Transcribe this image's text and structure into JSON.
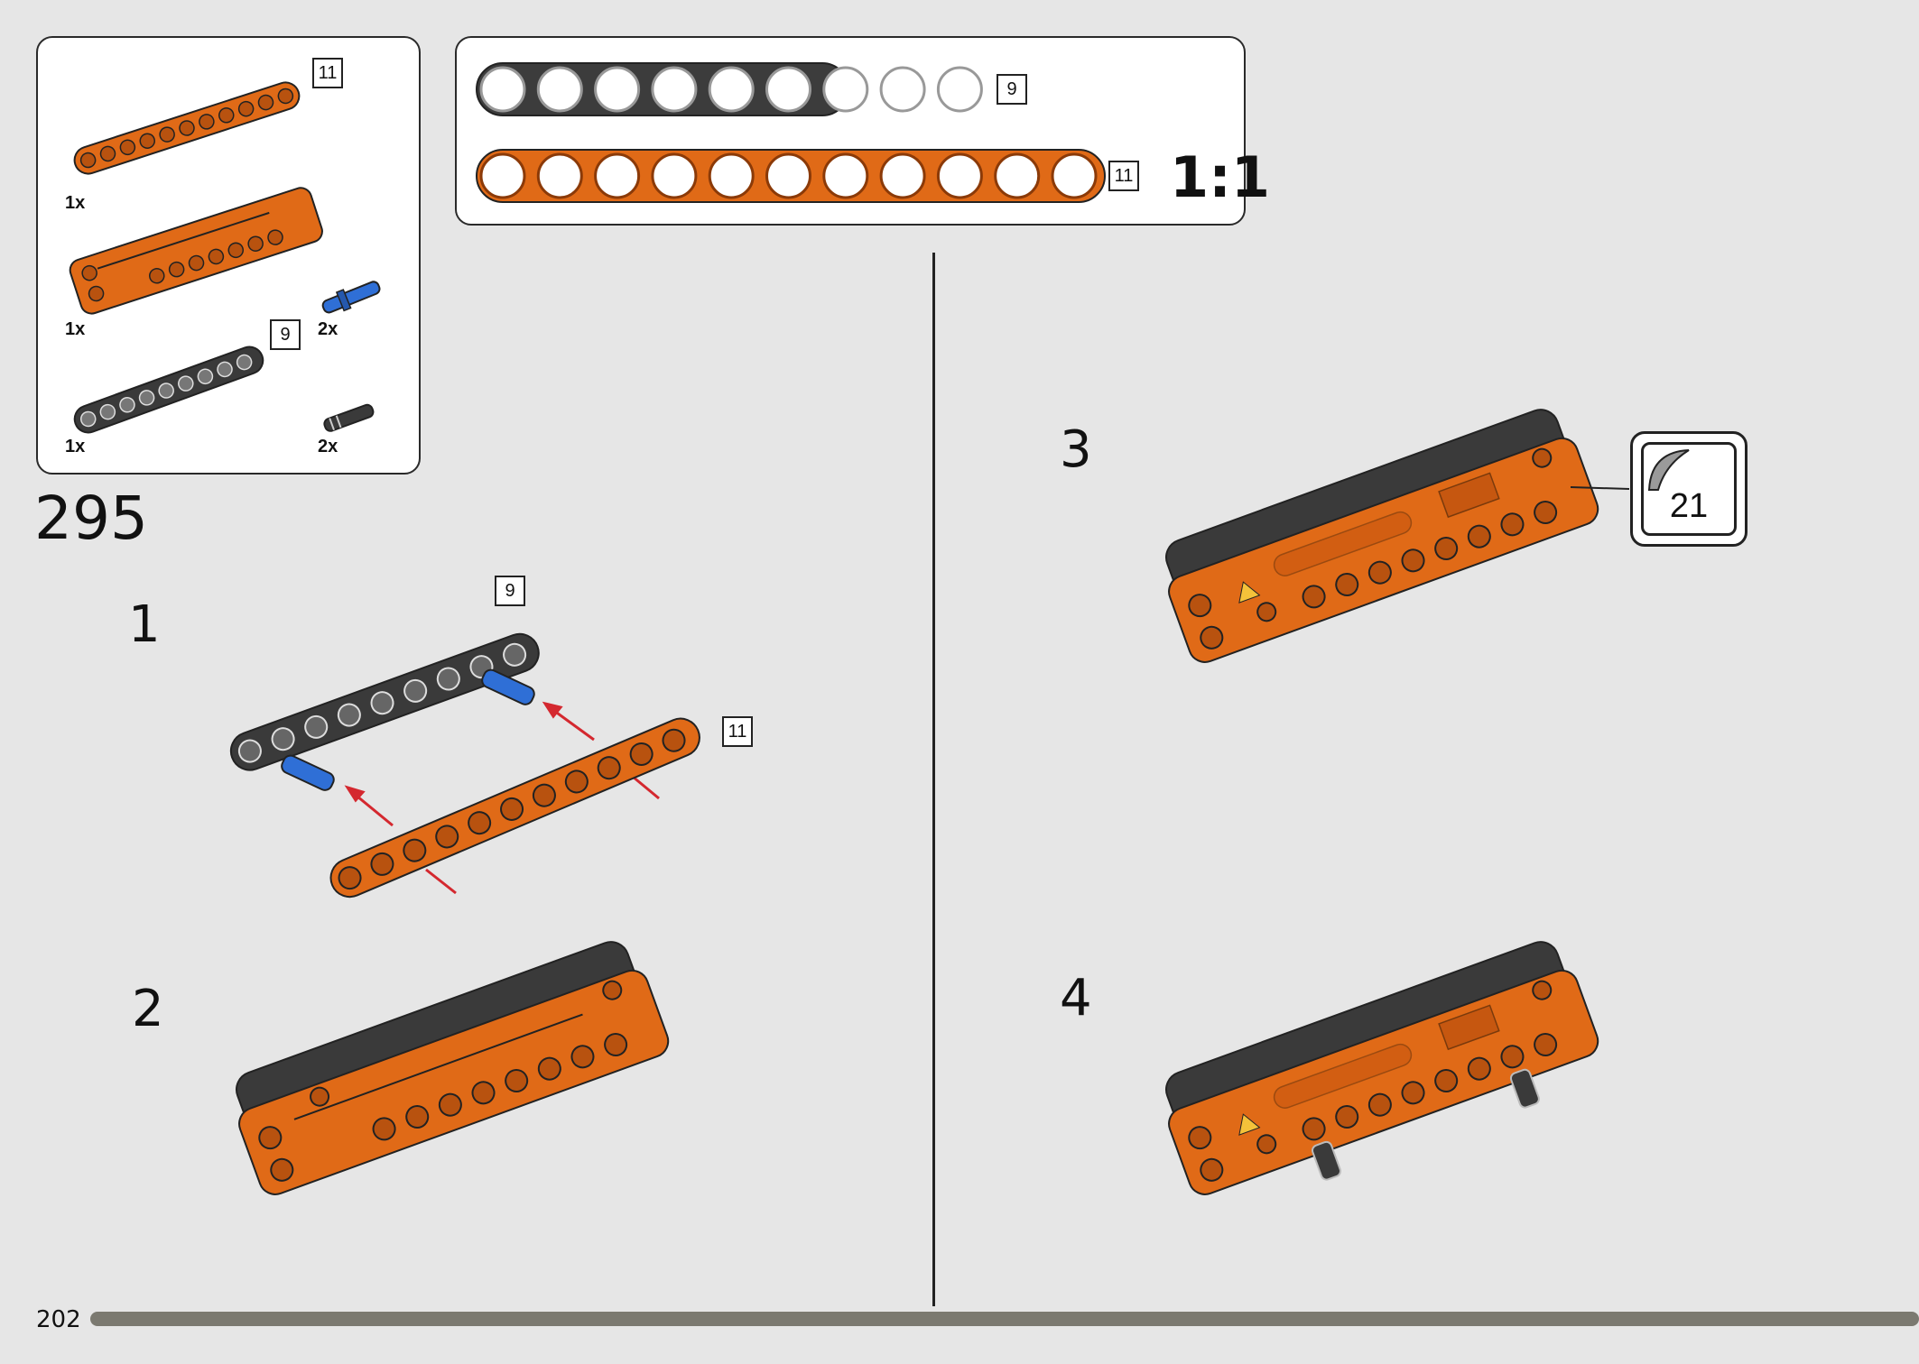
{
  "parts_list": {
    "items": [
      {
        "qty": "1x",
        "length": "11",
        "color": "orange",
        "kind": "beam"
      },
      {
        "qty": "1x",
        "color": "orange",
        "kind": "panel"
      },
      {
        "qty": "2x",
        "color": "blue",
        "kind": "axle-pin"
      },
      {
        "qty": "1x",
        "length": "9",
        "color": "black",
        "kind": "beam"
      },
      {
        "qty": "2x",
        "color": "black",
        "kind": "pin"
      }
    ]
  },
  "scale_guide": {
    "beams": [
      {
        "length": "9",
        "holes": 9,
        "color": "#3c3c3c"
      },
      {
        "length": "11",
        "holes": 11,
        "color": "#e06a17"
      }
    ],
    "scale_label": "1:1"
  },
  "main_step": "295",
  "substeps": [
    {
      "number": "1",
      "tags": [
        "9",
        "11"
      ]
    },
    {
      "number": "2"
    },
    {
      "number": "3",
      "sticker": "21"
    },
    {
      "number": "4"
    }
  ],
  "page_number": "202",
  "colors": {
    "orange": "#e06a17",
    "orange_dark": "#b8520f",
    "black_part": "#3a3a3a",
    "blue_part": "#2f6fd6",
    "arrow": "#d4282f",
    "background": "#e6e6e6",
    "progress": "#7b7970"
  }
}
